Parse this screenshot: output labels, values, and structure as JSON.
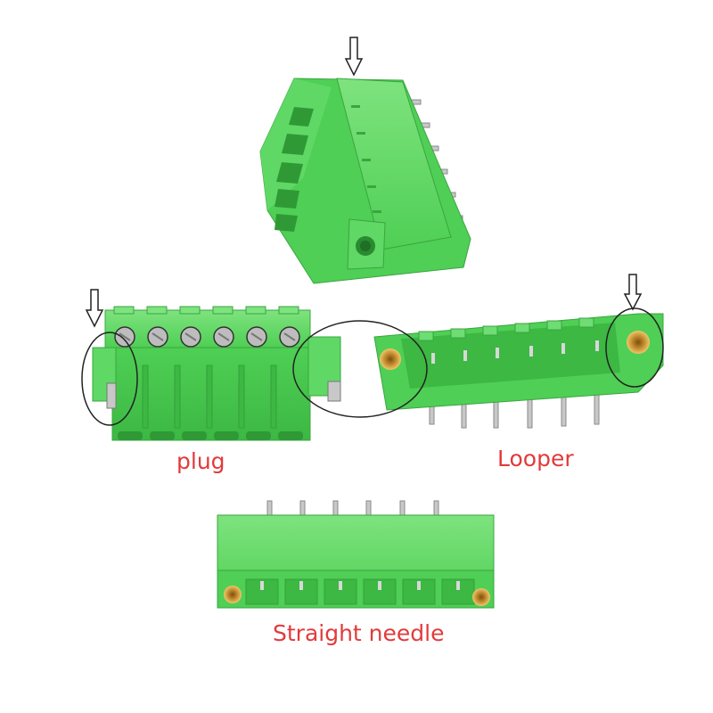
{
  "image": {
    "captions": {
      "plug": "plug",
      "looper": "Looper",
      "straight": "Straight needle"
    },
    "connector_positions": 6,
    "colors": {
      "background": "#ffffff",
      "caption": "#e33a3a",
      "housing": "#4fcf55",
      "housing_dark": "#36a83d",
      "housing_light": "#7ee37e",
      "pin": "#c8c8c8",
      "brass": "#d9a441",
      "outline": "#222222"
    }
  }
}
